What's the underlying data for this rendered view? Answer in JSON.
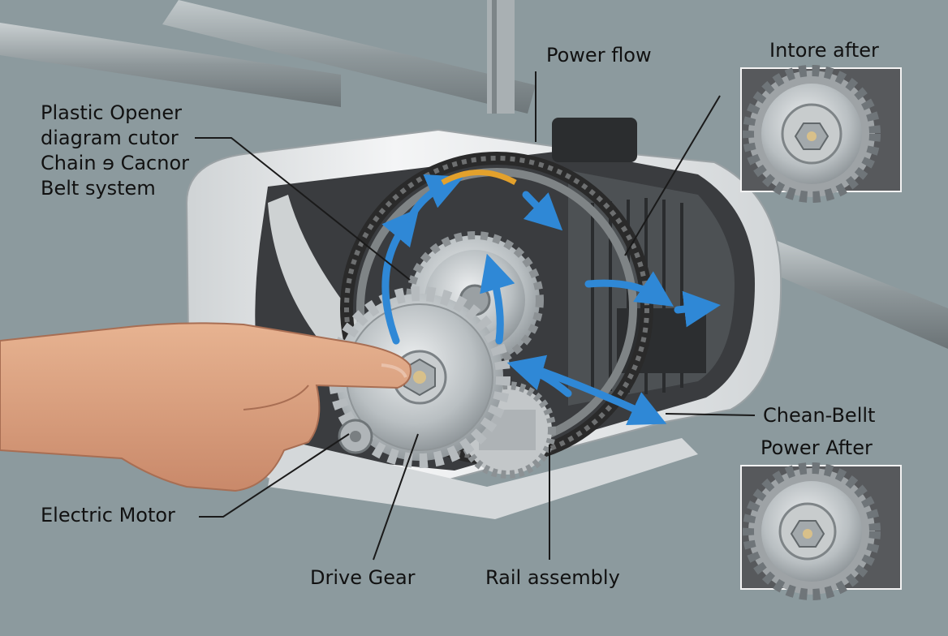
{
  "labels": {
    "power_flow": "Power flow",
    "plastic_opener": [
      "Plastic Opener",
      "diagram cutor",
      "Chain ɘ Cacnor",
      "Belt system"
    ],
    "electric_motor": "Electric Motor",
    "drive_gear": "Drive Gear",
    "rail_assembly": "Rail assembly",
    "chean_bellt": "Chean-Bellt",
    "power_after": "Power After",
    "intore_after": "Intore after"
  },
  "colors": {
    "background": "#8c9a9e",
    "flow_arrow": "#2f88d6",
    "label_text": "#111111",
    "leader_line": "#1a1a1a"
  }
}
